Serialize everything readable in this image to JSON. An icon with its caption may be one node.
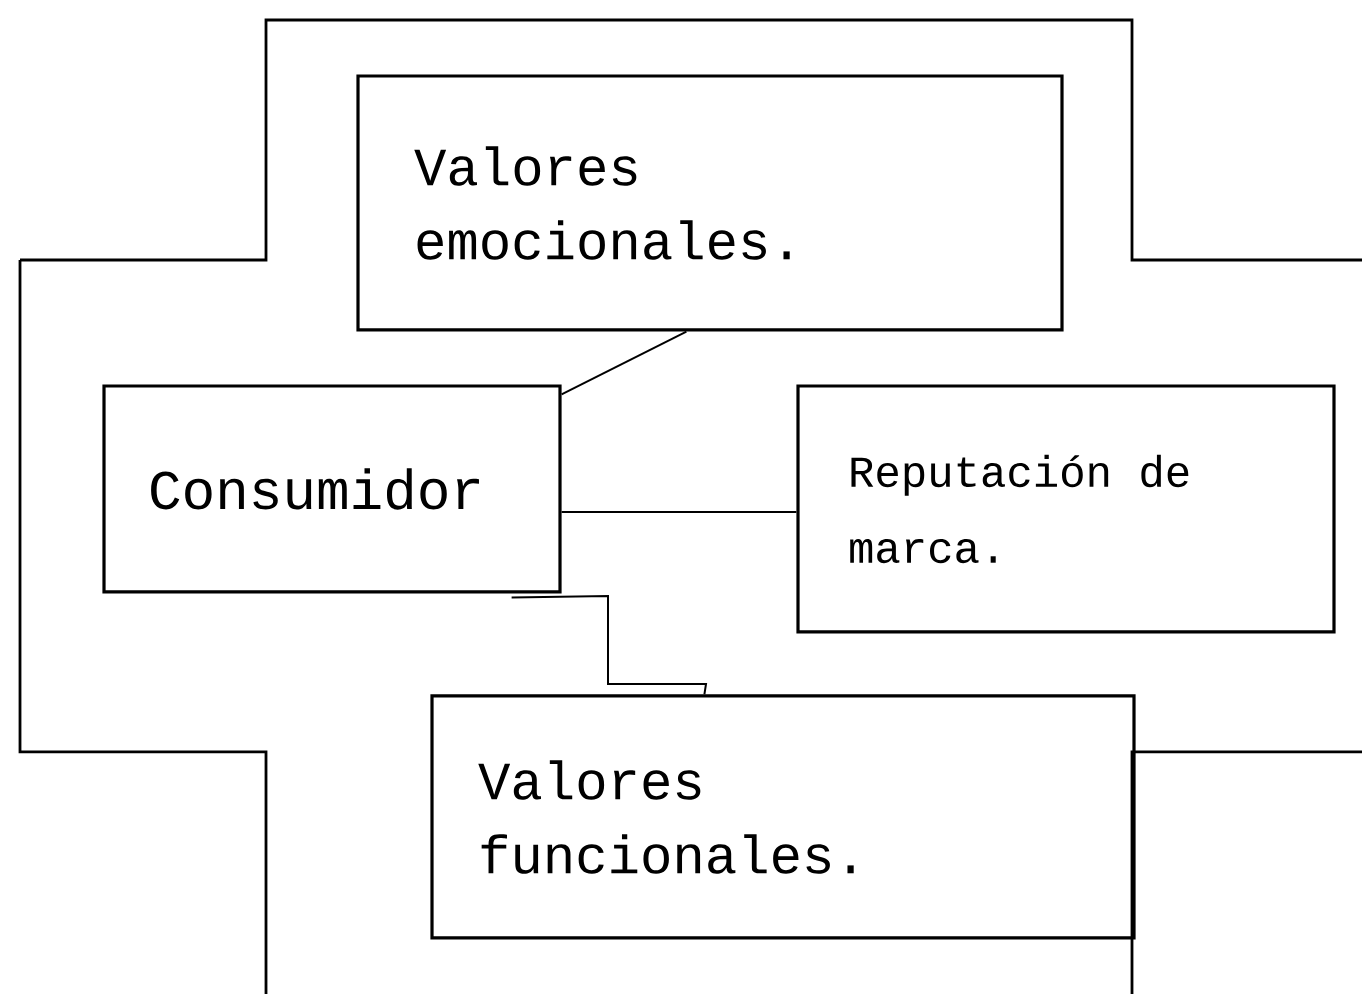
{
  "diagram": {
    "nodes": [
      {
        "text": [
          "Valores emocionales."
        ]
      },
      {
        "text": [
          "Consumidor"
        ]
      },
      {
        "text": [
          "Reputación de marca."
        ]
      },
      {
        "text": [
          "Valores funcionales."
        ]
      }
    ],
    "edges": [
      {
        "from": 0,
        "to": 1,
        "arrow": "none"
      },
      {
        "from": 1,
        "to": 2,
        "arrow": "none"
      },
      {
        "from": 1,
        "to": 3,
        "arrow": "none"
      }
    ]
  }
}
